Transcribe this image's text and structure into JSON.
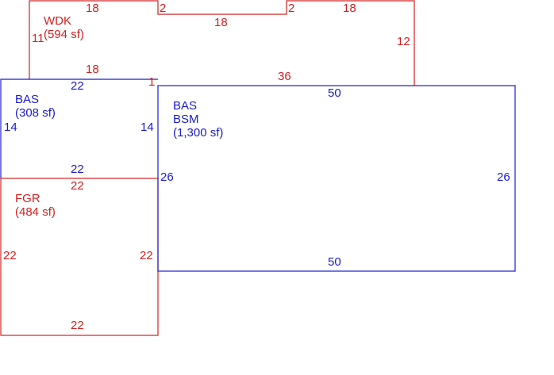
{
  "colors": {
    "red": "#d42020",
    "blue": "#1a1ad0"
  },
  "areas": {
    "wdk": {
      "name": "WDK",
      "area": "(594 sf)"
    },
    "bas_small": {
      "name": "BAS",
      "area": "(308 sf)"
    },
    "bas_bsm": {
      "name": "BAS",
      "name2": "BSM",
      "area": "(1,300 sf)"
    },
    "fgr": {
      "name": "FGR",
      "area": "(484 sf)"
    }
  },
  "dimensions": {
    "wdk": [
      "18",
      "2",
      "18",
      "2",
      "18",
      "11",
      "12",
      "18",
      "36",
      "1"
    ],
    "bas_small": [
      "22",
      "14",
      "14",
      "22"
    ],
    "bas_bsm": [
      "50",
      "26",
      "26",
      "50"
    ],
    "fgr": [
      "22",
      "22",
      "22",
      "22"
    ]
  }
}
